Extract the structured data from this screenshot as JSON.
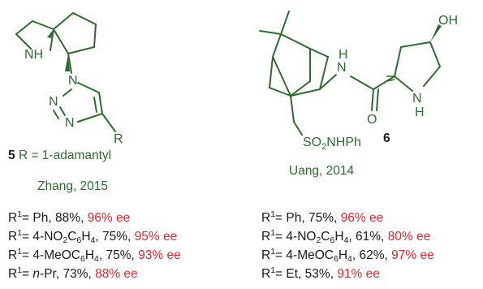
{
  "compound5": {
    "atoms": {
      "nh": "NH",
      "n1": "N",
      "n2": "N",
      "n3": "N",
      "r": "R"
    },
    "number": "5",
    "caption": "R = 1-adamantyl",
    "credit": "Zhang, 2015",
    "results": [
      {
        "r": "R",
        "sup": "1",
        "eq": "= ",
        "sub_pre": "Ph",
        "sub_post": [],
        "rest": ", 88%, ",
        "ee": "96% ee"
      },
      {
        "r": "R",
        "sup": "1",
        "eq": "= ",
        "sub_pre": "4-NO",
        "sub_post": [
          {
            "s": "2",
            "t": "C"
          },
          {
            "s": "6",
            "t": "H"
          },
          {
            "s": "4",
            "t": ""
          }
        ],
        "rest": ", 75%, ",
        "ee": "95% ee"
      },
      {
        "r": "R",
        "sup": "1",
        "eq": "= ",
        "sub_pre": "4-MeOC",
        "sub_post": [
          {
            "s": "6",
            "t": "H"
          },
          {
            "s": "4",
            "t": ""
          }
        ],
        "rest": ", 75%, ",
        "ee": "93% ee"
      },
      {
        "r": "R",
        "sup": "1",
        "eq": "= ",
        "sub_pre": "n",
        "sub_post": [],
        "it_rest": "-Pr",
        "rest": ", 73%, ",
        "ee": "88% ee"
      }
    ]
  },
  "compound6": {
    "atoms": {
      "oh": "OH",
      "n_amide": "N",
      "h_amide": "H",
      "o": "O",
      "n_pyr": "N",
      "h_pyr": "H",
      "so2": "SO",
      "so2_sub": "2",
      "nhph": "NHPh"
    },
    "number": "6",
    "credit": "Uang, 2014",
    "results": [
      {
        "r": "R",
        "sup": "1",
        "eq": "= ",
        "sub_pre": "Ph",
        "sub_post": [],
        "rest": ", 75%, ",
        "ee": "96% ee"
      },
      {
        "r": "R",
        "sup": "1",
        "eq": "= ",
        "sub_pre": "4-NO",
        "sub_post": [
          {
            "s": "2",
            "t": "C"
          },
          {
            "s": "6",
            "t": "H"
          },
          {
            "s": "4",
            "t": ""
          }
        ],
        "rest": ", 61%, ",
        "ee": "80% ee"
      },
      {
        "r": "R",
        "sup": "1",
        "eq": "= ",
        "sub_pre": "4-MeOC",
        "sub_post": [
          {
            "s": "6",
            "t": "H"
          },
          {
            "s": "4",
            "t": ""
          }
        ],
        "rest": ", 62%, ",
        "ee": "97% ee"
      },
      {
        "r": "R",
        "sup": "1",
        "eq": "= ",
        "sub_pre": "Et",
        "sub_post": [],
        "rest": ", 53%, ",
        "ee": "91% ee"
      }
    ]
  },
  "colors": {
    "structure": "#2e6b2e",
    "text": "#1a1a1a",
    "highlight": "#e8262b"
  }
}
